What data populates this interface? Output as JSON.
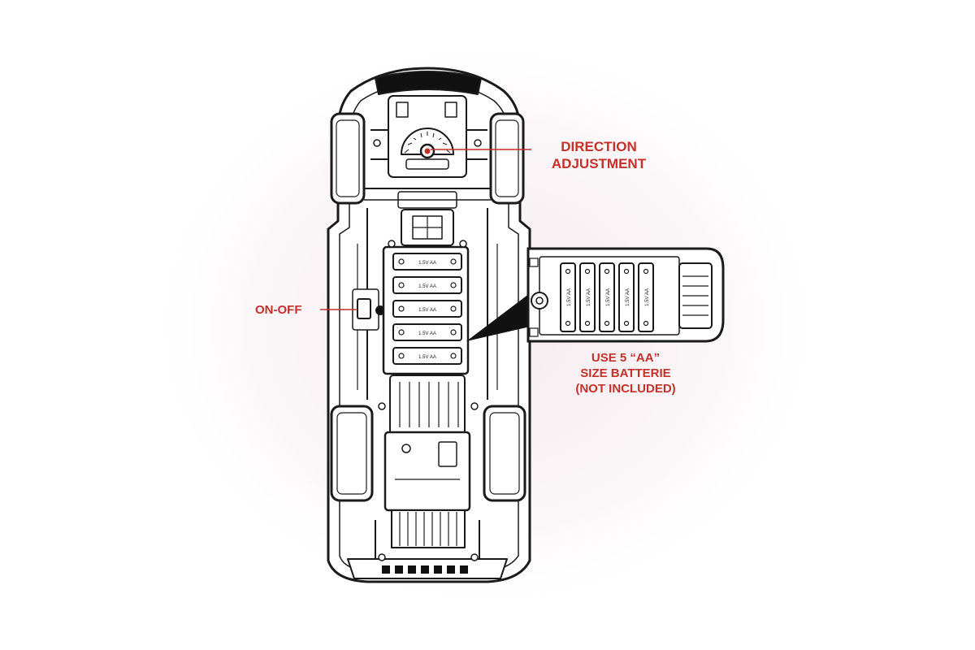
{
  "colors": {
    "accent": "#c4312a",
    "line": "#1a1a1a",
    "background": "#ffffff",
    "glow": "#f4e8ec"
  },
  "callouts": {
    "direction": [
      "DIRECTION",
      "ADJUSTMENT"
    ],
    "onoff": "ON-OFF",
    "battery": [
      "USE 5  “AA”",
      "SIZE BATTERIE",
      "(NOT INCLUDED)"
    ]
  },
  "battery_cell_label": "1.5V AA",
  "battery_count": 5
}
